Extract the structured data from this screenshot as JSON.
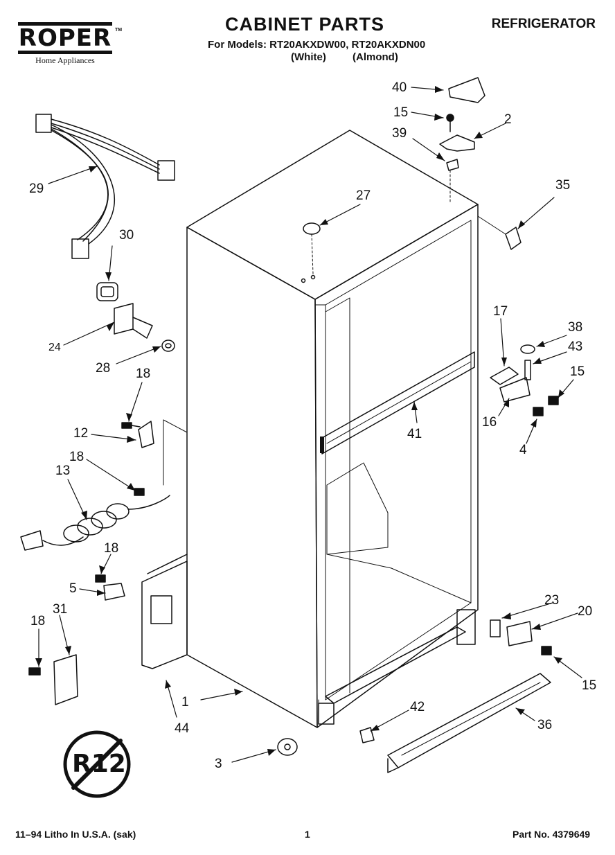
{
  "header": {
    "brand": "ROPER",
    "brand_tm": "TM",
    "brand_sub": "Home Appliances",
    "title": "CABINET PARTS",
    "appliance": "REFRIGERATOR",
    "models": "For Models: RT20AKXDW00, RT20AKXDN00",
    "variant_white": "(White)",
    "variant_almond": "(Almond)"
  },
  "footer": {
    "litho": "11–94 Litho In U.S.A. (sak)",
    "page": "1",
    "part_no": "Part No. 4379649"
  },
  "badge": {
    "text": "R12"
  },
  "callouts": [
    {
      "id": "40",
      "label": "40"
    },
    {
      "id": "15a",
      "label": "15"
    },
    {
      "id": "2",
      "label": "2"
    },
    {
      "id": "39",
      "label": "39"
    },
    {
      "id": "35",
      "label": "35"
    },
    {
      "id": "29",
      "label": "29"
    },
    {
      "id": "27",
      "label": "27"
    },
    {
      "id": "30",
      "label": "30"
    },
    {
      "id": "17",
      "label": "17"
    },
    {
      "id": "38",
      "label": "38"
    },
    {
      "id": "43",
      "label": "43"
    },
    {
      "id": "15b",
      "label": "15"
    },
    {
      "id": "24",
      "label": "24"
    },
    {
      "id": "28",
      "label": "28"
    },
    {
      "id": "18a",
      "label": "18"
    },
    {
      "id": "16",
      "label": "16"
    },
    {
      "id": "41",
      "label": "41"
    },
    {
      "id": "4",
      "label": "4"
    },
    {
      "id": "12",
      "label": "12"
    },
    {
      "id": "18b",
      "label": "18"
    },
    {
      "id": "13",
      "label": "13"
    },
    {
      "id": "18c",
      "label": "18"
    },
    {
      "id": "5",
      "label": "5"
    },
    {
      "id": "23",
      "label": "23"
    },
    {
      "id": "20",
      "label": "20"
    },
    {
      "id": "31",
      "label": "31"
    },
    {
      "id": "18d",
      "label": "18"
    },
    {
      "id": "15c",
      "label": "15"
    },
    {
      "id": "1",
      "label": "1"
    },
    {
      "id": "42",
      "label": "42"
    },
    {
      "id": "44",
      "label": "44"
    },
    {
      "id": "36",
      "label": "36"
    },
    {
      "id": "3",
      "label": "3"
    }
  ]
}
